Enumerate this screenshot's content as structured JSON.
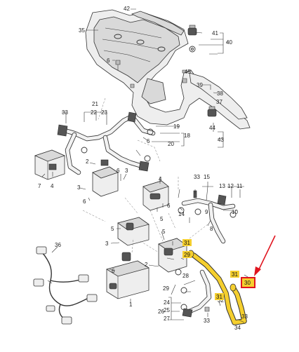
{
  "diagram": {
    "callouts": [
      {
        "id": "c42",
        "text": "42"
      },
      {
        "id": "c35",
        "text": "35"
      },
      {
        "id": "c41",
        "text": "41"
      },
      {
        "id": "c40",
        "text": "40"
      },
      {
        "id": "c6a",
        "text": "6"
      },
      {
        "id": "c45",
        "text": "45"
      },
      {
        "id": "c39",
        "text": "39"
      },
      {
        "id": "c38",
        "text": "38"
      },
      {
        "id": "c37",
        "text": "37"
      },
      {
        "id": "c44",
        "text": "44"
      },
      {
        "id": "c43",
        "text": "43"
      },
      {
        "id": "c21",
        "text": "21"
      },
      {
        "id": "c33a",
        "text": "33"
      },
      {
        "id": "c22",
        "text": "22"
      },
      {
        "id": "c23",
        "text": "23"
      },
      {
        "id": "c19",
        "text": "19"
      },
      {
        "id": "c18",
        "text": "18"
      },
      {
        "id": "c20",
        "text": "20"
      },
      {
        "id": "c6b",
        "text": "6"
      },
      {
        "id": "c2a",
        "text": "2"
      },
      {
        "id": "c7",
        "text": "7"
      },
      {
        "id": "c4a",
        "text": "4"
      },
      {
        "id": "c3a",
        "text": "3"
      },
      {
        "id": "c6c",
        "text": "6"
      },
      {
        "id": "c6d",
        "text": "6"
      },
      {
        "id": "c3b",
        "text": "3"
      },
      {
        "id": "c4b",
        "text": "4"
      },
      {
        "id": "c6e",
        "text": "6"
      },
      {
        "id": "c5a",
        "text": "5"
      },
      {
        "id": "c33b",
        "text": "33"
      },
      {
        "id": "c15",
        "text": "15"
      },
      {
        "id": "c13",
        "text": "13"
      },
      {
        "id": "c12",
        "text": "12"
      },
      {
        "id": "c11",
        "text": "11"
      },
      {
        "id": "c14",
        "text": "14"
      },
      {
        "id": "c9",
        "text": "9"
      },
      {
        "id": "c10",
        "text": "10"
      },
      {
        "id": "c8",
        "text": "8"
      },
      {
        "id": "c5b",
        "text": "5"
      },
      {
        "id": "c3c",
        "text": "3"
      },
      {
        "id": "c6f",
        "text": "6"
      },
      {
        "id": "c5c",
        "text": "5"
      },
      {
        "id": "c36",
        "text": "36"
      },
      {
        "id": "c2b",
        "text": "2"
      },
      {
        "id": "c1",
        "text": "1"
      },
      {
        "id": "c29",
        "text": "29"
      },
      {
        "id": "c24",
        "text": "24"
      },
      {
        "id": "c25",
        "text": "25"
      },
      {
        "id": "c26",
        "text": "26"
      },
      {
        "id": "c27",
        "text": "27"
      },
      {
        "id": "c28",
        "text": "28"
      },
      {
        "id": "c32",
        "text": "32"
      },
      {
        "id": "c33c",
        "text": "33"
      },
      {
        "id": "c33d",
        "text": "33"
      },
      {
        "id": "c34",
        "text": "34"
      }
    ],
    "highlighted": [
      {
        "id": "h31a",
        "text": "31"
      },
      {
        "id": "h29",
        "text": "29"
      },
      {
        "id": "h31b",
        "text": "31"
      },
      {
        "id": "h31c",
        "text": "31"
      }
    ],
    "selected_part": {
      "text": "30"
    },
    "colors": {
      "highlight_fill": "#f5cf2e",
      "selected_border": "#e0141e",
      "arrow": "#e0141e",
      "line": "#333333"
    }
  }
}
